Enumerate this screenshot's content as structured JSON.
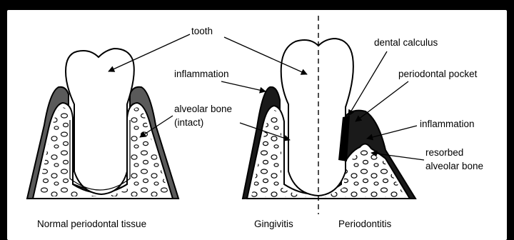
{
  "labels": {
    "tooth": "tooth",
    "inflammation_left": "inflammation",
    "alveolar_bone_line1": "alveolar bone",
    "alveolar_bone_line2": "(intact)",
    "dental_calculus": "dental calculus",
    "periodontal_pocket": "periodontal pocket",
    "inflammation_right": "inflammation",
    "resorbed_line1": "resorbed",
    "resorbed_line2": "alveolar bone"
  },
  "captions": {
    "normal": "Normal periodontal tissue",
    "gingivitis": "Gingivitis",
    "periodontitis": "Periodontitis"
  },
  "colors": {
    "background": "#ffffff",
    "frame": "#000000",
    "ink": "#000000",
    "inflamed_gum": "#1a1a1a",
    "healthy_gum": "#6e6e6e"
  }
}
